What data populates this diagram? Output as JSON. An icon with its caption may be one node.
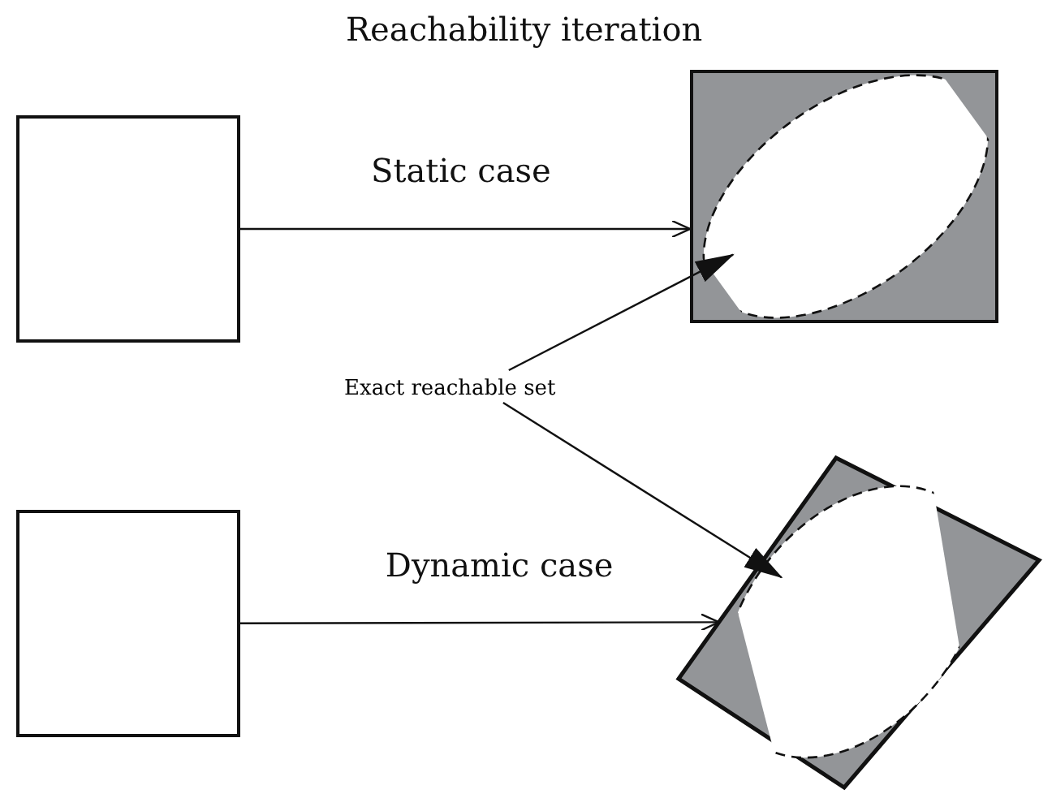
{
  "diagram": {
    "title": "Reachability iteration",
    "nodes": [
      {
        "text": [],
        "shape": "box"
      },
      {
        "text": [],
        "shape": "box"
      },
      {
        "text": [],
        "shape": "ellipse",
        "in": 1
      },
      {
        "text": [],
        "shape": "box"
      },
      {
        "text": [],
        "shape": "box"
      },
      {
        "text": [],
        "shape": "ellipse",
        "in": 4
      },
      {
        "text": [
          "Exact reachable set"
        ]
      }
    ],
    "edges": [
      {
        "from": 0,
        "to": 1,
        "arrow": "to",
        "label": "Static case"
      },
      {
        "from": 3,
        "to": 4,
        "arrow": "to",
        "label": "Dynamic case"
      },
      {
        "from": 6,
        "to": 2,
        "arrow": "to"
      },
      {
        "from": 6,
        "to": 5,
        "arrow": "to"
      }
    ]
  }
}
